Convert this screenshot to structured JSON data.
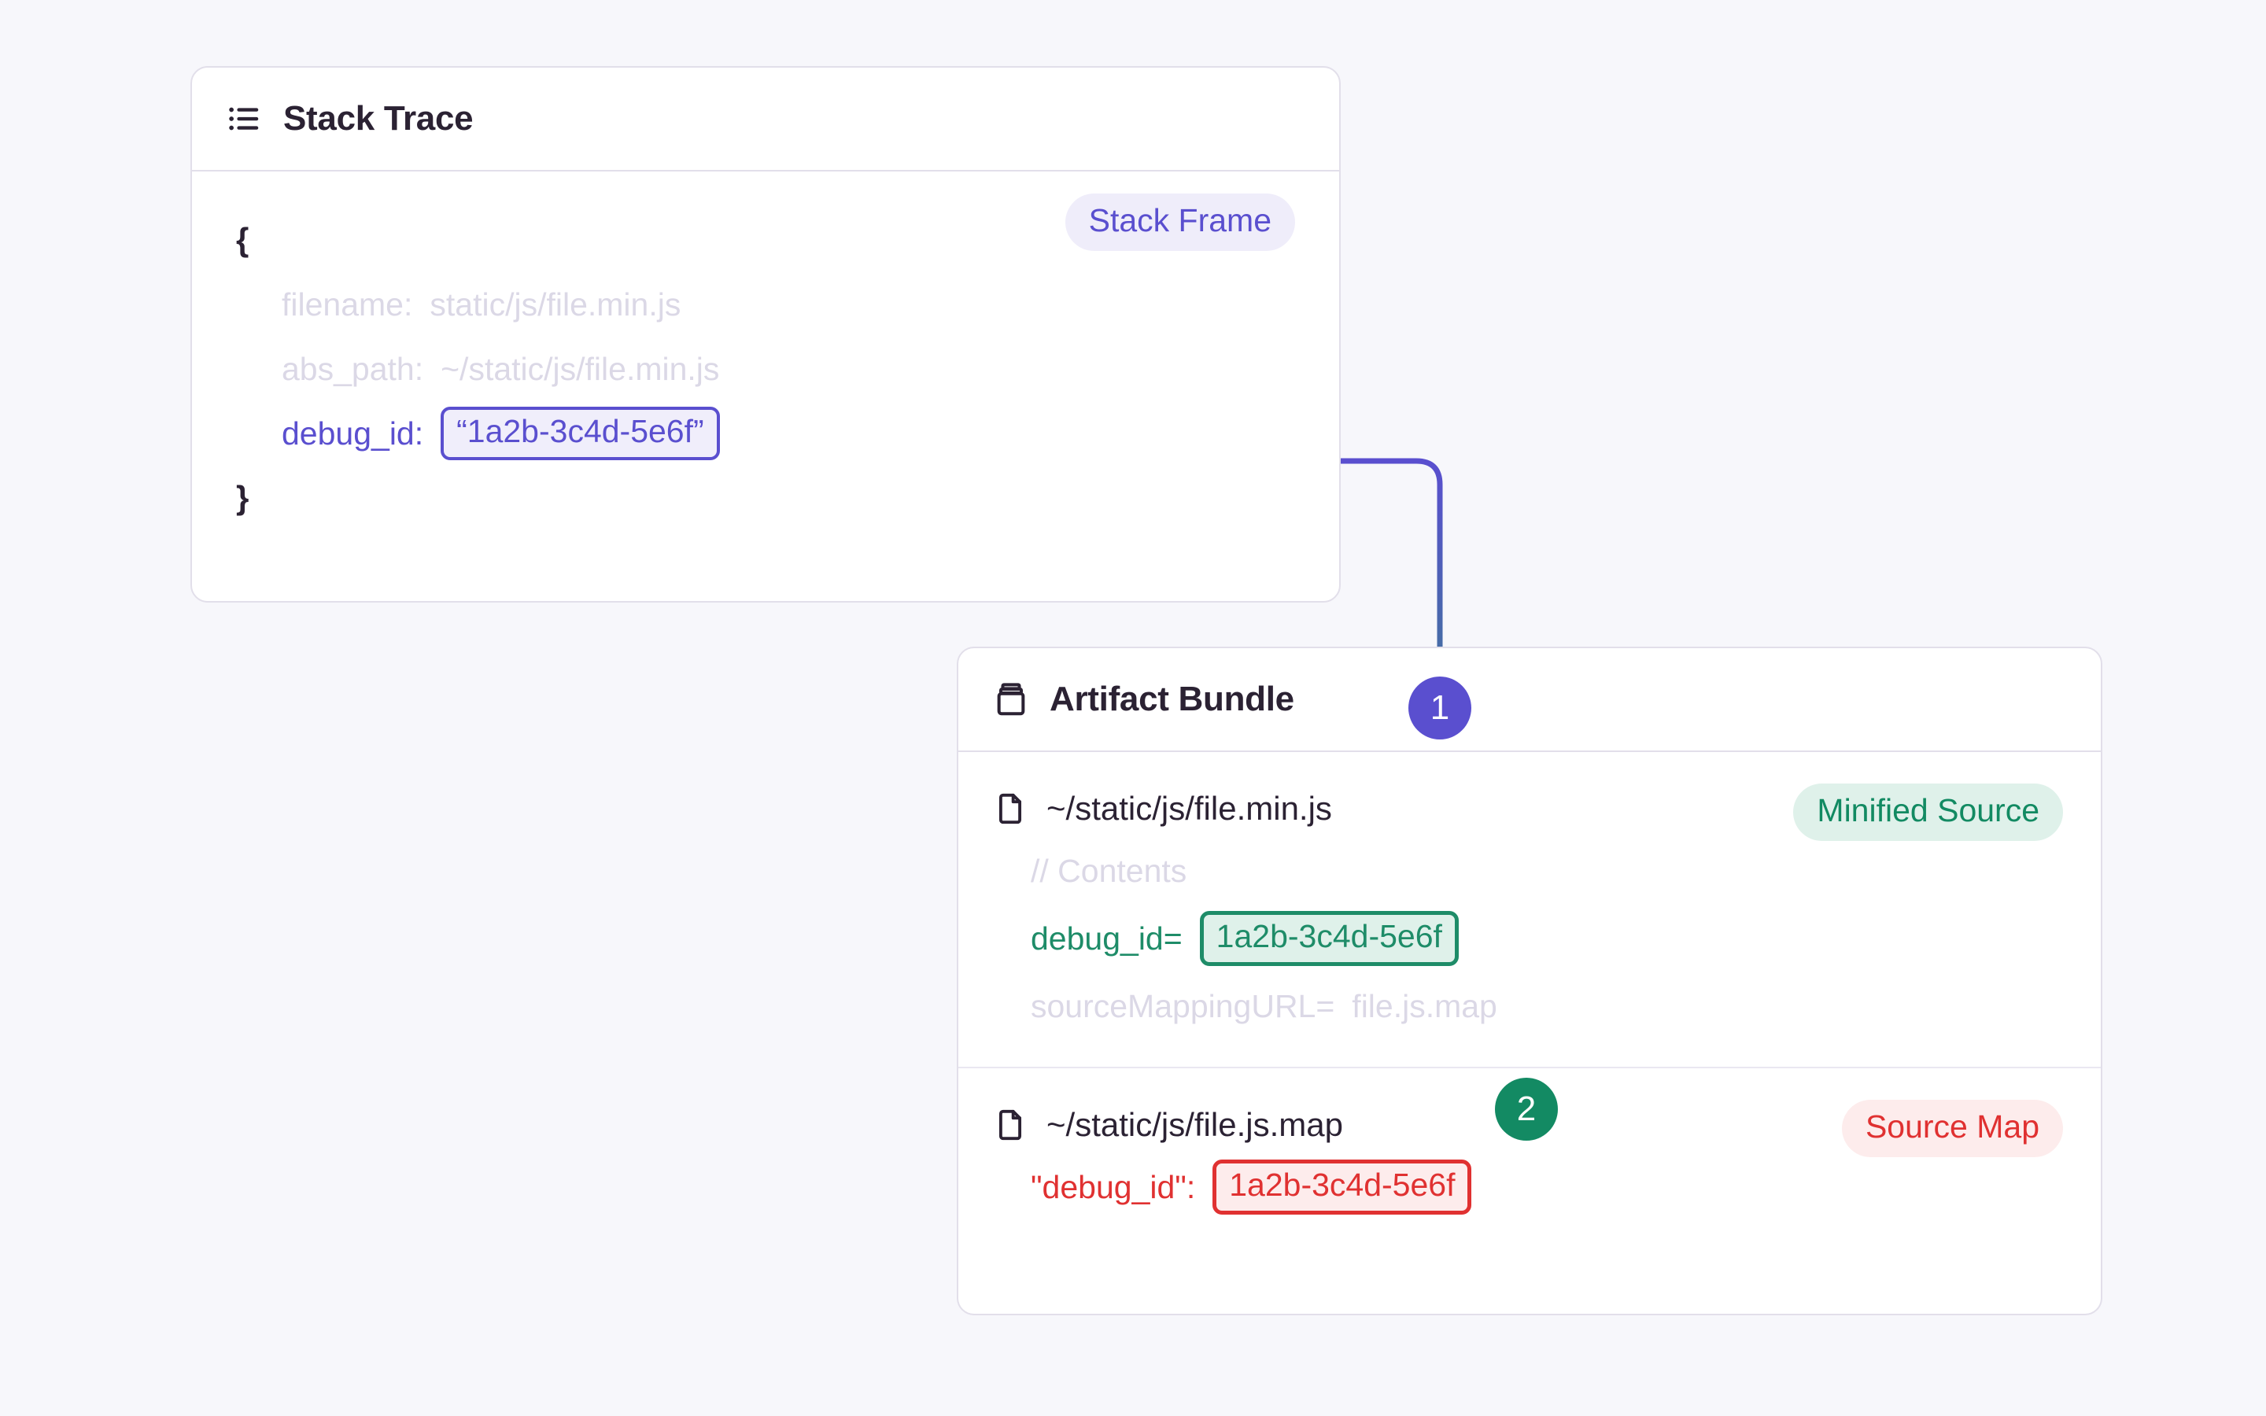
{
  "canvas": {
    "background_color": "#F7F7FB"
  },
  "colors": {
    "purple": "#5A4FCF",
    "purple_bg": "#F0EEFB",
    "green": "#1E8C68",
    "green_bg": "#DFF1EA",
    "red": "#E03131",
    "red_bg": "#FDECEC",
    "muted": "#DBD8E6",
    "ink": "#2B2233",
    "card_border": "#E2DFEA"
  },
  "stack_trace_card": {
    "icon": "list-icon",
    "title": "Stack Trace",
    "badge": {
      "label": "Stack Frame",
      "tone": "purple"
    },
    "open_brace": "{",
    "close_brace": "}",
    "fields": [
      {
        "key": "filename:",
        "value": "static/js/file.min.js",
        "tone": "muted"
      },
      {
        "key": "abs_path:",
        "value": "~/static/js/file.min.js",
        "tone": "muted"
      },
      {
        "key": "debug_id:",
        "value": "“1a2b-3c4d-5e6f”",
        "tone": "purple",
        "boxed": true
      }
    ]
  },
  "artifact_bundle_card": {
    "icon": "jar-icon",
    "title": "Artifact Bundle",
    "rows": [
      {
        "file_icon": "file-icon",
        "filename": "~/static/js/file.min.js",
        "badge": {
          "label": "Minified Source",
          "tone": "green"
        },
        "lines": [
          {
            "key": "// Contents",
            "value": "",
            "tone": "muted"
          },
          {
            "key": "debug_id=",
            "value": "1a2b-3c4d-5e6f",
            "tone": "green",
            "boxed": true
          },
          {
            "key": "sourceMappingURL=",
            "value": "file.js.map",
            "tone": "muted"
          }
        ]
      },
      {
        "file_icon": "file-icon",
        "filename": "~/static/js/file.js.map",
        "badge": {
          "label": "Source Map",
          "tone": "red"
        },
        "lines": [
          {
            "key": "\"debug_id\":",
            "value": "1a2b-3c4d-5e6f",
            "tone": "red",
            "boxed": true
          }
        ]
      }
    ]
  },
  "steps": [
    {
      "number": "1",
      "tone": "purple"
    },
    {
      "number": "2",
      "tone": "green"
    }
  ]
}
